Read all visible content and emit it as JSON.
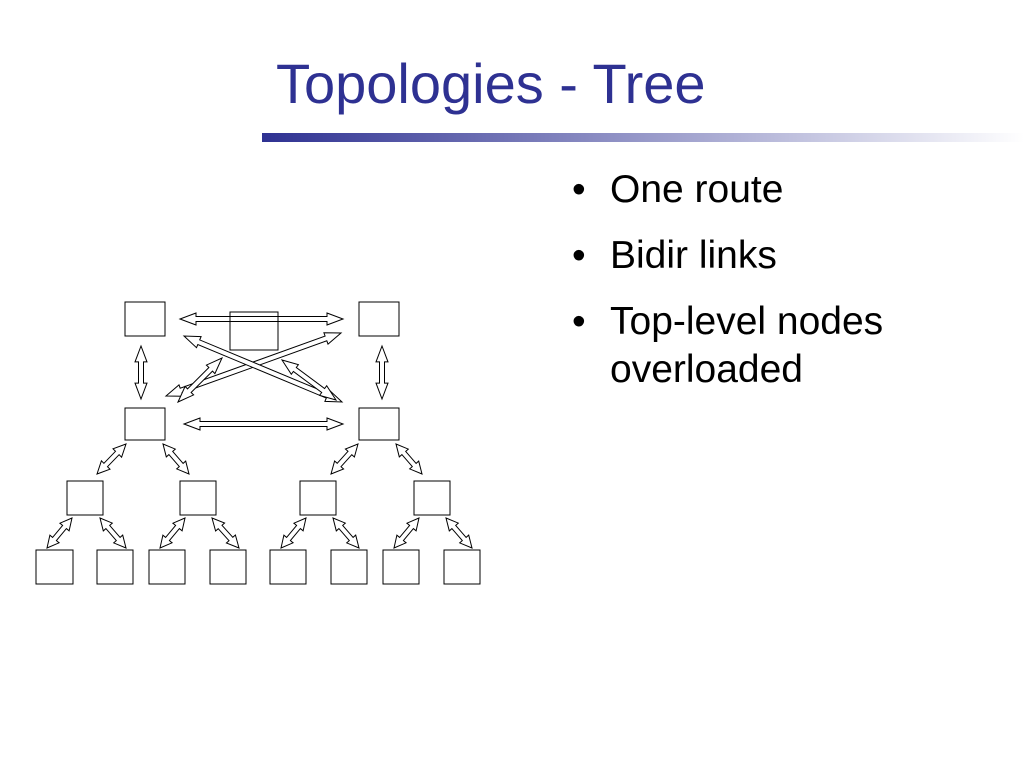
{
  "slide": {
    "title": "Topologies - Tree",
    "colors": {
      "title": "#2e3192",
      "rule_start": "#2e3192",
      "rule_end": "#ffffff",
      "text": "#000000",
      "outline": "#000000"
    },
    "bullet_glyph": "•",
    "bullets": [
      "One route",
      "Bidir links",
      "Top-level nodes overloaded"
    ]
  },
  "diagram": {
    "nodes": [
      {
        "id": "top-left"
      },
      {
        "id": "top-center"
      },
      {
        "id": "top-right"
      },
      {
        "id": "mid-left"
      },
      {
        "id": "mid-right"
      },
      {
        "id": "l3-1"
      },
      {
        "id": "l3-2"
      },
      {
        "id": "l3-3"
      },
      {
        "id": "l3-4"
      },
      {
        "id": "leaf-1"
      },
      {
        "id": "leaf-2"
      },
      {
        "id": "leaf-3"
      },
      {
        "id": "leaf-4"
      },
      {
        "id": "leaf-5"
      },
      {
        "id": "leaf-6"
      },
      {
        "id": "leaf-7"
      },
      {
        "id": "leaf-8"
      }
    ],
    "links": [
      {
        "from": "top-left",
        "to": "top-right",
        "direction": "bidirectional"
      },
      {
        "from": "top-left",
        "to": "mid-left",
        "direction": "bidirectional"
      },
      {
        "from": "top-right",
        "to": "mid-right",
        "direction": "bidirectional"
      },
      {
        "from": "mid-left",
        "to": "mid-right",
        "direction": "bidirectional"
      },
      {
        "from": "mid-left",
        "to": "top-right",
        "direction": "bidirectional"
      },
      {
        "from": "top-left",
        "to": "mid-right",
        "direction": "bidirectional"
      },
      {
        "from": "top-center",
        "to": "mid-left",
        "direction": "bidirectional"
      },
      {
        "from": "top-center",
        "to": "mid-right",
        "direction": "bidirectional"
      },
      {
        "from": "mid-left",
        "to": "l3-1",
        "direction": "bidirectional"
      },
      {
        "from": "mid-left",
        "to": "l3-2",
        "direction": "bidirectional"
      },
      {
        "from": "mid-right",
        "to": "l3-3",
        "direction": "bidirectional"
      },
      {
        "from": "mid-right",
        "to": "l3-4",
        "direction": "bidirectional"
      },
      {
        "from": "l3-1",
        "to": "leaf-1",
        "direction": "bidirectional"
      },
      {
        "from": "l3-1",
        "to": "leaf-2",
        "direction": "bidirectional"
      },
      {
        "from": "l3-2",
        "to": "leaf-3",
        "direction": "bidirectional"
      },
      {
        "from": "l3-2",
        "to": "leaf-4",
        "direction": "bidirectional"
      },
      {
        "from": "l3-3",
        "to": "leaf-5",
        "direction": "bidirectional"
      },
      {
        "from": "l3-3",
        "to": "leaf-6",
        "direction": "bidirectional"
      },
      {
        "from": "l3-4",
        "to": "leaf-7",
        "direction": "bidirectional"
      },
      {
        "from": "l3-4",
        "to": "leaf-8",
        "direction": "bidirectional"
      }
    ]
  }
}
